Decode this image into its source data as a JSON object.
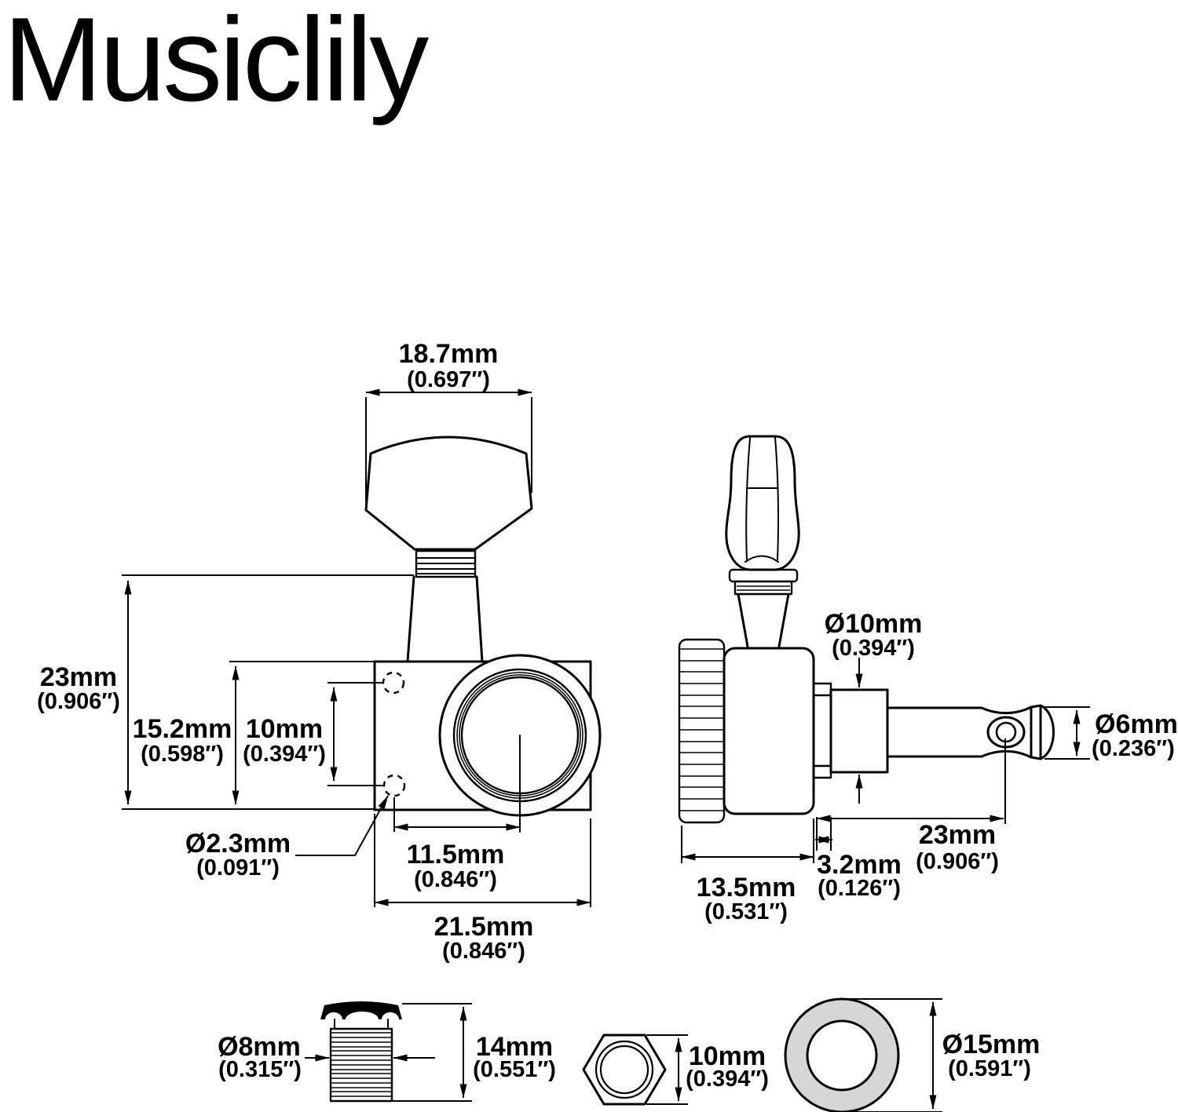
{
  "brand": "Musiclily",
  "front_view": {
    "button_width": {
      "mm": "18.7mm",
      "inch": "(0.697″)"
    },
    "overall_height": {
      "mm": "23mm",
      "inch": "(0.906″)"
    },
    "plate_height": {
      "mm": "15.2mm",
      "inch": "(0.598″)"
    },
    "screw_hole_spacing": {
      "mm": "10mm",
      "inch": "(0.394″)"
    },
    "screw_hole_diameter": {
      "mm": "Ø2.3mm",
      "inch": "(0.091″)"
    },
    "post_center_offset": {
      "mm": "11.5mm",
      "inch": "(0.846″)"
    },
    "housing_width": {
      "mm": "21.5mm",
      "inch": "(0.846″)"
    }
  },
  "side_view": {
    "bushing_seat_diameter": {
      "mm": "Ø10mm",
      "inch": "(0.394″)"
    },
    "post_diameter": {
      "mm": "Ø6mm",
      "inch": "(0.236″)"
    },
    "housing_depth": {
      "mm": "13.5mm",
      "inch": "(0.531″)"
    },
    "plate_thickness": {
      "mm": "3.2mm",
      "inch": "(0.126″)"
    },
    "post_length": {
      "mm": "23mm",
      "inch": "(0.906″)"
    }
  },
  "hardware": {
    "bushing": {
      "diameter_mm": "Ø8mm",
      "diameter_inch": "(0.315″)",
      "height_mm": "14mm",
      "height_inch": "(0.551″)"
    },
    "hex_nut": {
      "size_mm": "10mm",
      "size_inch": "(0.394″)"
    },
    "washer": {
      "diameter_mm": "Ø15mm",
      "diameter_inch": "(0.591″)"
    }
  },
  "colors": {
    "line": "#000000",
    "background": "#ffffff",
    "washer_fill": "#d6d6d6",
    "flange_fill": "#000000"
  }
}
